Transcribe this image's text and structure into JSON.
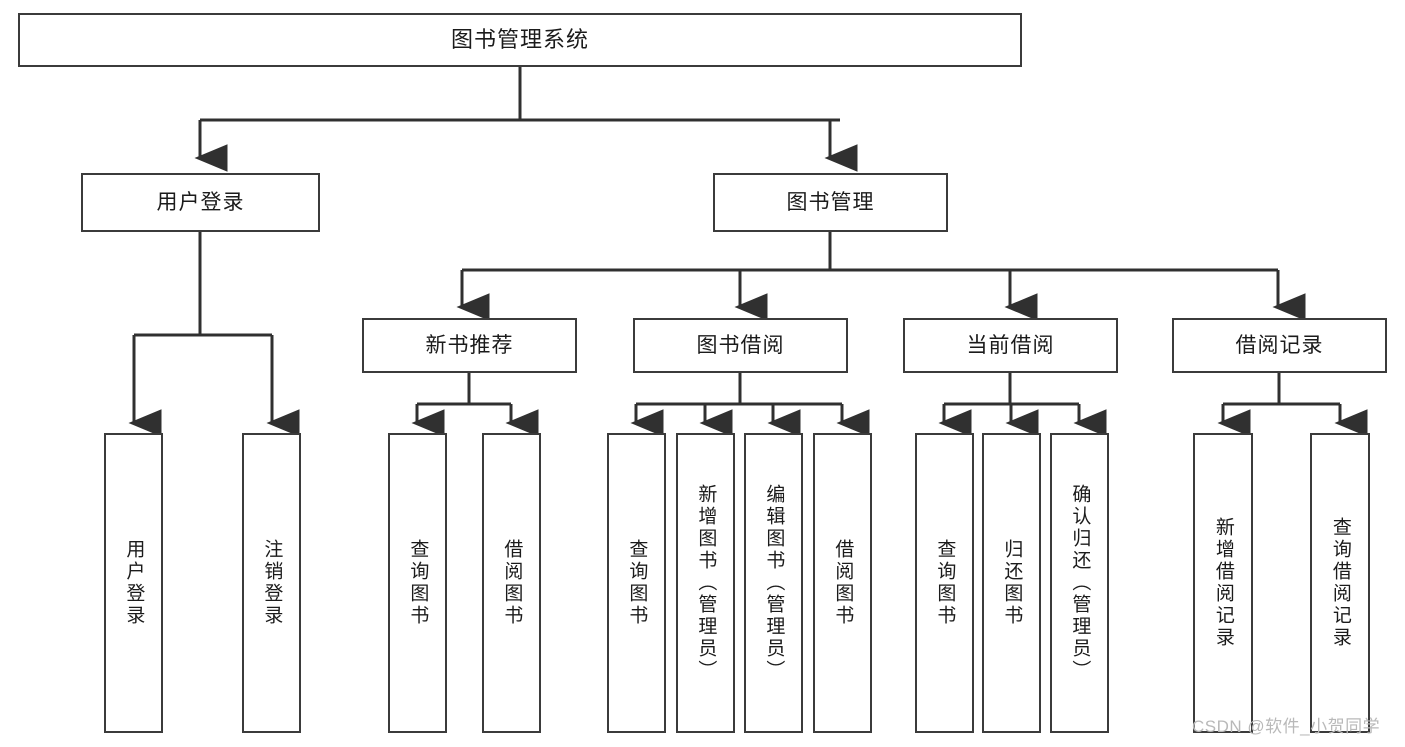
{
  "diagram": {
    "title": "图书管理系统",
    "type": "tree-hierarchy-diagram",
    "watermark": "CSDN @软件_小贺同学",
    "colors": {
      "box_border": "#3b3b3b",
      "box_fill": "#ffffff",
      "connector": "#303030",
      "text": "#1b1b1b",
      "watermark": "#b9b9b9",
      "background": "#ffffff"
    },
    "root": {
      "label": "图书管理系统"
    },
    "level2": [
      {
        "label": "用户登录"
      },
      {
        "label": "图书管理"
      }
    ],
    "level3": [
      {
        "label": "新书推荐"
      },
      {
        "label": "图书借阅"
      },
      {
        "label": "当前借阅"
      },
      {
        "label": "借阅记录"
      }
    ],
    "leaves": {
      "user_login": [
        {
          "label": "用户登录"
        },
        {
          "label": "注销登录"
        }
      ],
      "new_book_recommend": [
        {
          "label": "查询图书"
        },
        {
          "label": "借阅图书"
        }
      ],
      "book_borrow": [
        {
          "label": "查询图书"
        },
        {
          "label": "新增图书（管理员）"
        },
        {
          "label": "编辑图书（管理员）"
        },
        {
          "label": "借阅图书"
        }
      ],
      "current_borrow": [
        {
          "label": "查询图书"
        },
        {
          "label": "归还图书"
        },
        {
          "label": "确认归还（管理员）"
        }
      ],
      "borrow_records": [
        {
          "label": "新增借阅记录"
        },
        {
          "label": "查询借阅记录"
        }
      ]
    }
  }
}
